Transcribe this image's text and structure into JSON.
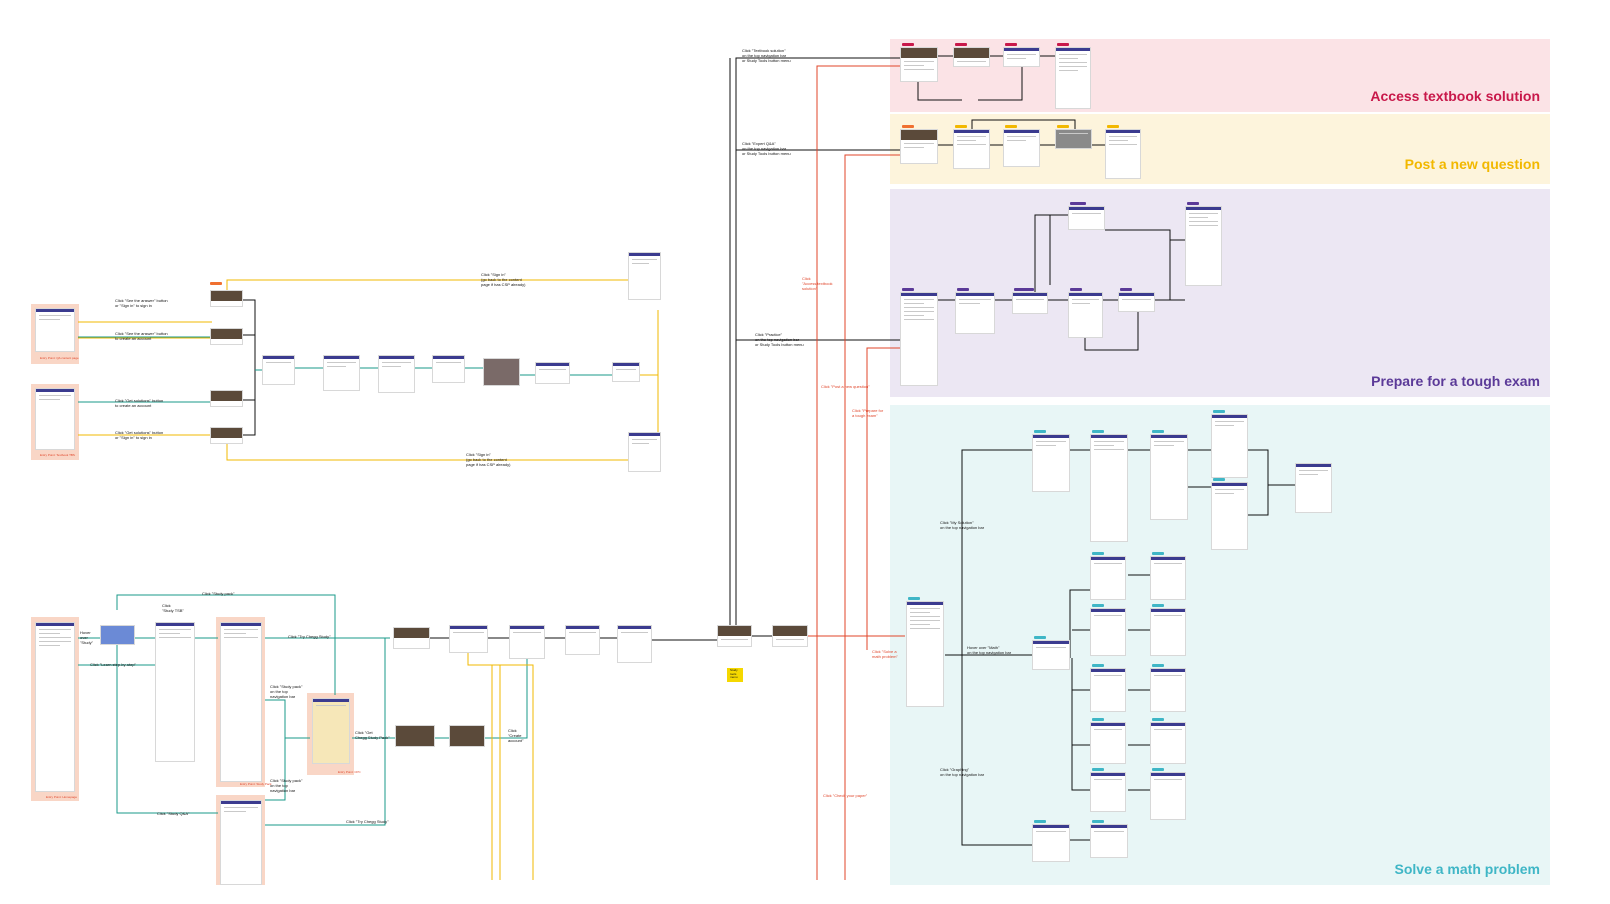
{
  "colors": {
    "textbook": "#c8184a",
    "question": "#f2b800",
    "exam": "#5b3a98",
    "math": "#3fb6c6",
    "orange": "#f07030",
    "teal": "#1a9a8a",
    "yellow": "#f2b800",
    "red": "#e0452a"
  },
  "lanes": {
    "textbook": "Access textbook solution",
    "question": "Post a new question",
    "exam": "Prepare for a tough exam",
    "math": "Solve a math problem"
  },
  "notes": {
    "textbook_solution": "Click \"Textbook solution\"\non the top navigation bar\nor Study Tools button menu",
    "expert_qa": "Click \"Expert Q&A\"\non the top navigation bar\nor Study Tools button menu",
    "practice": "Click \"Practice\"\non the top navigation bar\nor Study Tools button menu",
    "access_textbook": "Click\n\"Access textbook\nsolution\"",
    "post_question": "Click \"Post a new question\"",
    "prepare_exam": "Click \"Prepare for\na tough exam\"",
    "solve_math": "Click \"Solve a\nmath problem\"",
    "check_paper": "Click \"Check your paper\"",
    "my_solution": "Click \"My Solution\"\non the top navigation bar",
    "hover_math": "Hover over \"Math\"\non the top navigation bar",
    "graphing": "Click \"Graphing\"\non the top navigation bar",
    "see_answer_signin": "Click \"See the answer\" button\nor \"Sign in\" to sign in",
    "see_answer_create": "Click \"See the answer\" button\nto create an account",
    "get_solutions_create": "Click \"Get solutions\" button\nto create an account",
    "get_solutions_signin": "Click \"Get solutions\" button\nor \"Sign in\" to sign in",
    "signin_top": "Click \"Sign in\"\n(go back to the content\npage if has CSP already)",
    "signin_bottom": "Click \"Sign in\"\n(go back to the content\npage if has CSP already)",
    "study_pack_top": "Click \"Study pack\"",
    "study_qa": "Click \"Study Q&A\"",
    "study_tsb": "Click\n\"Study TSB\"",
    "hover_study": "Hover\nover\n\"Study\"",
    "learn_step": "Click \"Learn step-by-step\"",
    "try_chegg_1": "Click \"Try Chegg Study\"",
    "try_chegg_2": "Click \"Try Chegg Study\"",
    "study_pack_nav1": "Click \"Study pack\"\non the top\nnavigation bar",
    "study_pack_nav2": "Click \"Study pack\"\non the top\nnavigation bar",
    "get_study_pack": "Click \"Get\nChegg Study Pack\"",
    "create_account": "Click\n\"Create\naccount\"",
    "sticky": "Study\ntools\nmenu"
  },
  "page_labels": {
    "qa_landing": "Entry Point: QA content page",
    "tbs_landing": "Entry Point: Textbook TBS",
    "homepage": "Entry Point: Homepage",
    "study_pack": "Entry Point: Study Pack",
    "study_plan": "Entry Point: CPC",
    "study": "Entry Point"
  }
}
